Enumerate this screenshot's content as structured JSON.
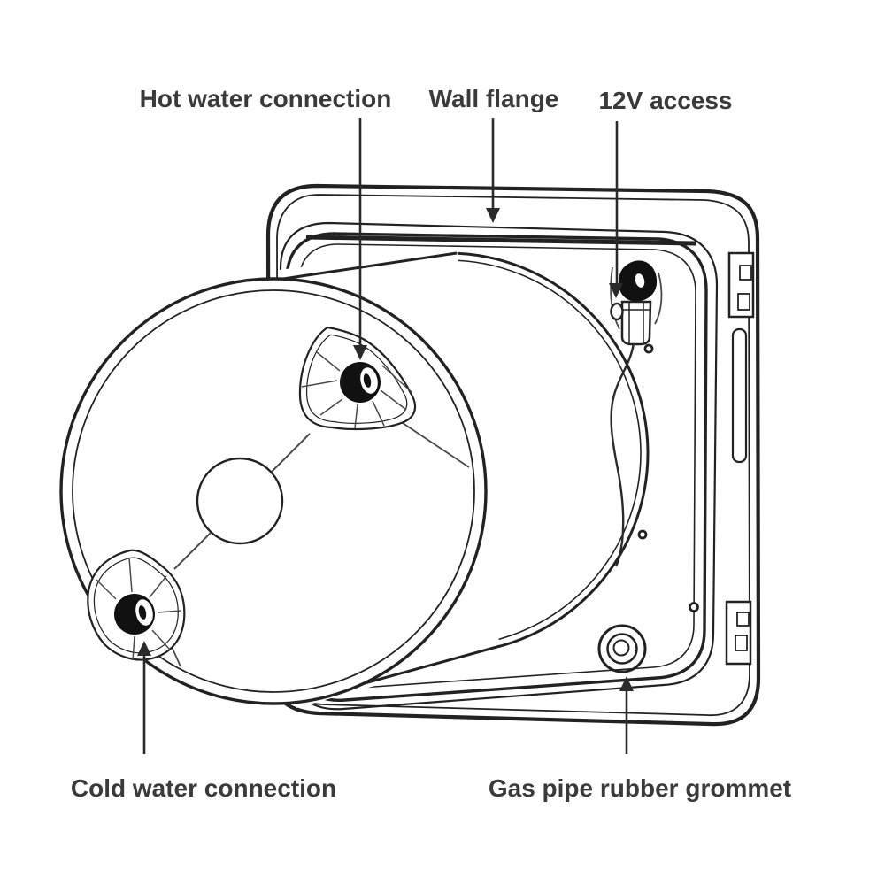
{
  "diagram": {
    "colors": {
      "background": "#ffffff",
      "line": "#222222",
      "text": "#3a3a3a",
      "port_fill": "#111111"
    },
    "labels": {
      "hot_water": "Hot water connection",
      "wall_flange": "Wall flange",
      "twelve_v_access": "12V access",
      "cold_water": "Cold water connection",
      "gas_grommet": "Gas pipe rubber grommet"
    }
  }
}
